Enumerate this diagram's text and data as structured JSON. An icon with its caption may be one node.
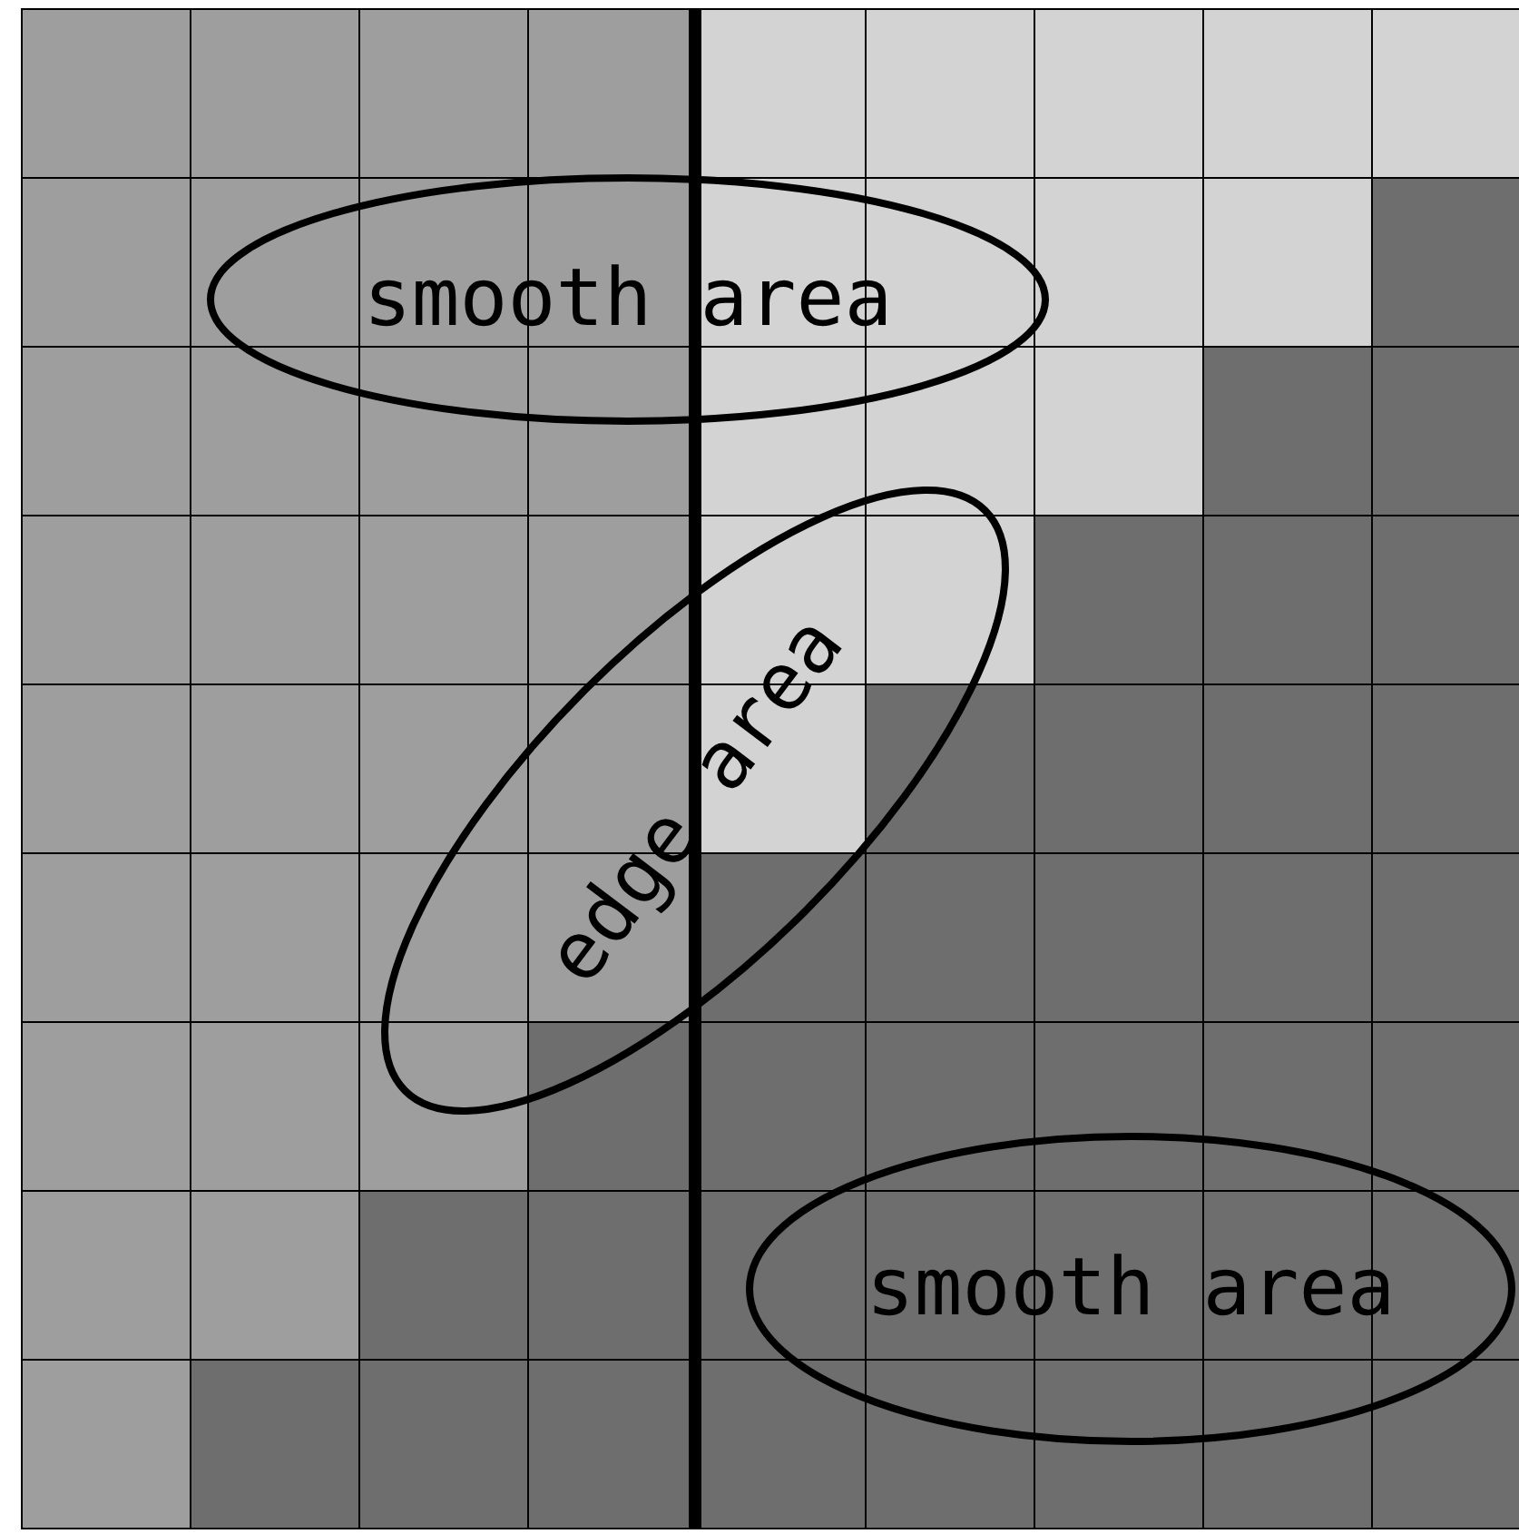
{
  "diagram": {
    "nodes": [
      {
        "text": [
          "smooth area"
        ]
      },
      {
        "text": [
          "edge area"
        ]
      },
      {
        "text": [
          "smooth area"
        ]
      }
    ]
  }
}
